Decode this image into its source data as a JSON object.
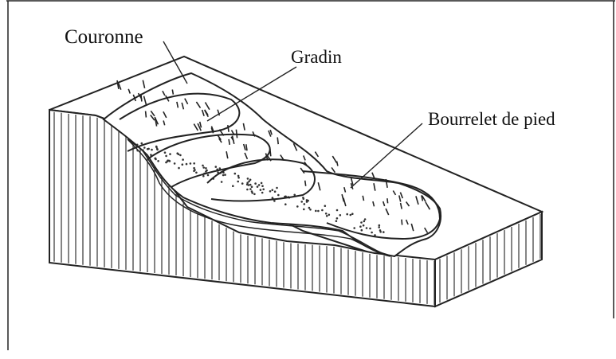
{
  "diagram": {
    "labels": {
      "couronne": "Couronne",
      "gradin": "Gradin",
      "bourrelet": "Bourrelet de pied"
    },
    "colors": {
      "ink": "#1a1a1a",
      "paper": "#ffffff"
    }
  }
}
